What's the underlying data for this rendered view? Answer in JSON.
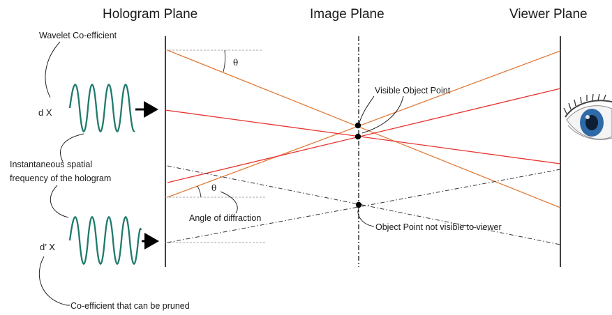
{
  "headings": {
    "hologram_plane": "Hologram Plane",
    "image_plane": "Image Plane",
    "viewer_plane": "Viewer Plane"
  },
  "labels": {
    "wavelet_coefficient": "Wavelet Co-efficient",
    "coefficient_d": "d  X",
    "coefficient_d_prime": "d’  X",
    "inst_freq_line1": "Instantaneous spatial",
    "inst_freq_line2": "frequency of the hologram",
    "angle_of_diffraction": "Angle of diffraction",
    "visible_object_point": "Visible Object Point",
    "object_point_not_visible": "Object Point not visible to viewer",
    "coefficient_pruned": "Co-efficient that can be pruned",
    "theta": "θ"
  },
  "colors": {
    "orange_ray": "#e07b39",
    "red_ray": "#e8332f",
    "wavelet": "#1f7a6b",
    "axis": "#000000",
    "dashed_ray": "#333333",
    "eye_iris": "#2f6aa8"
  }
}
